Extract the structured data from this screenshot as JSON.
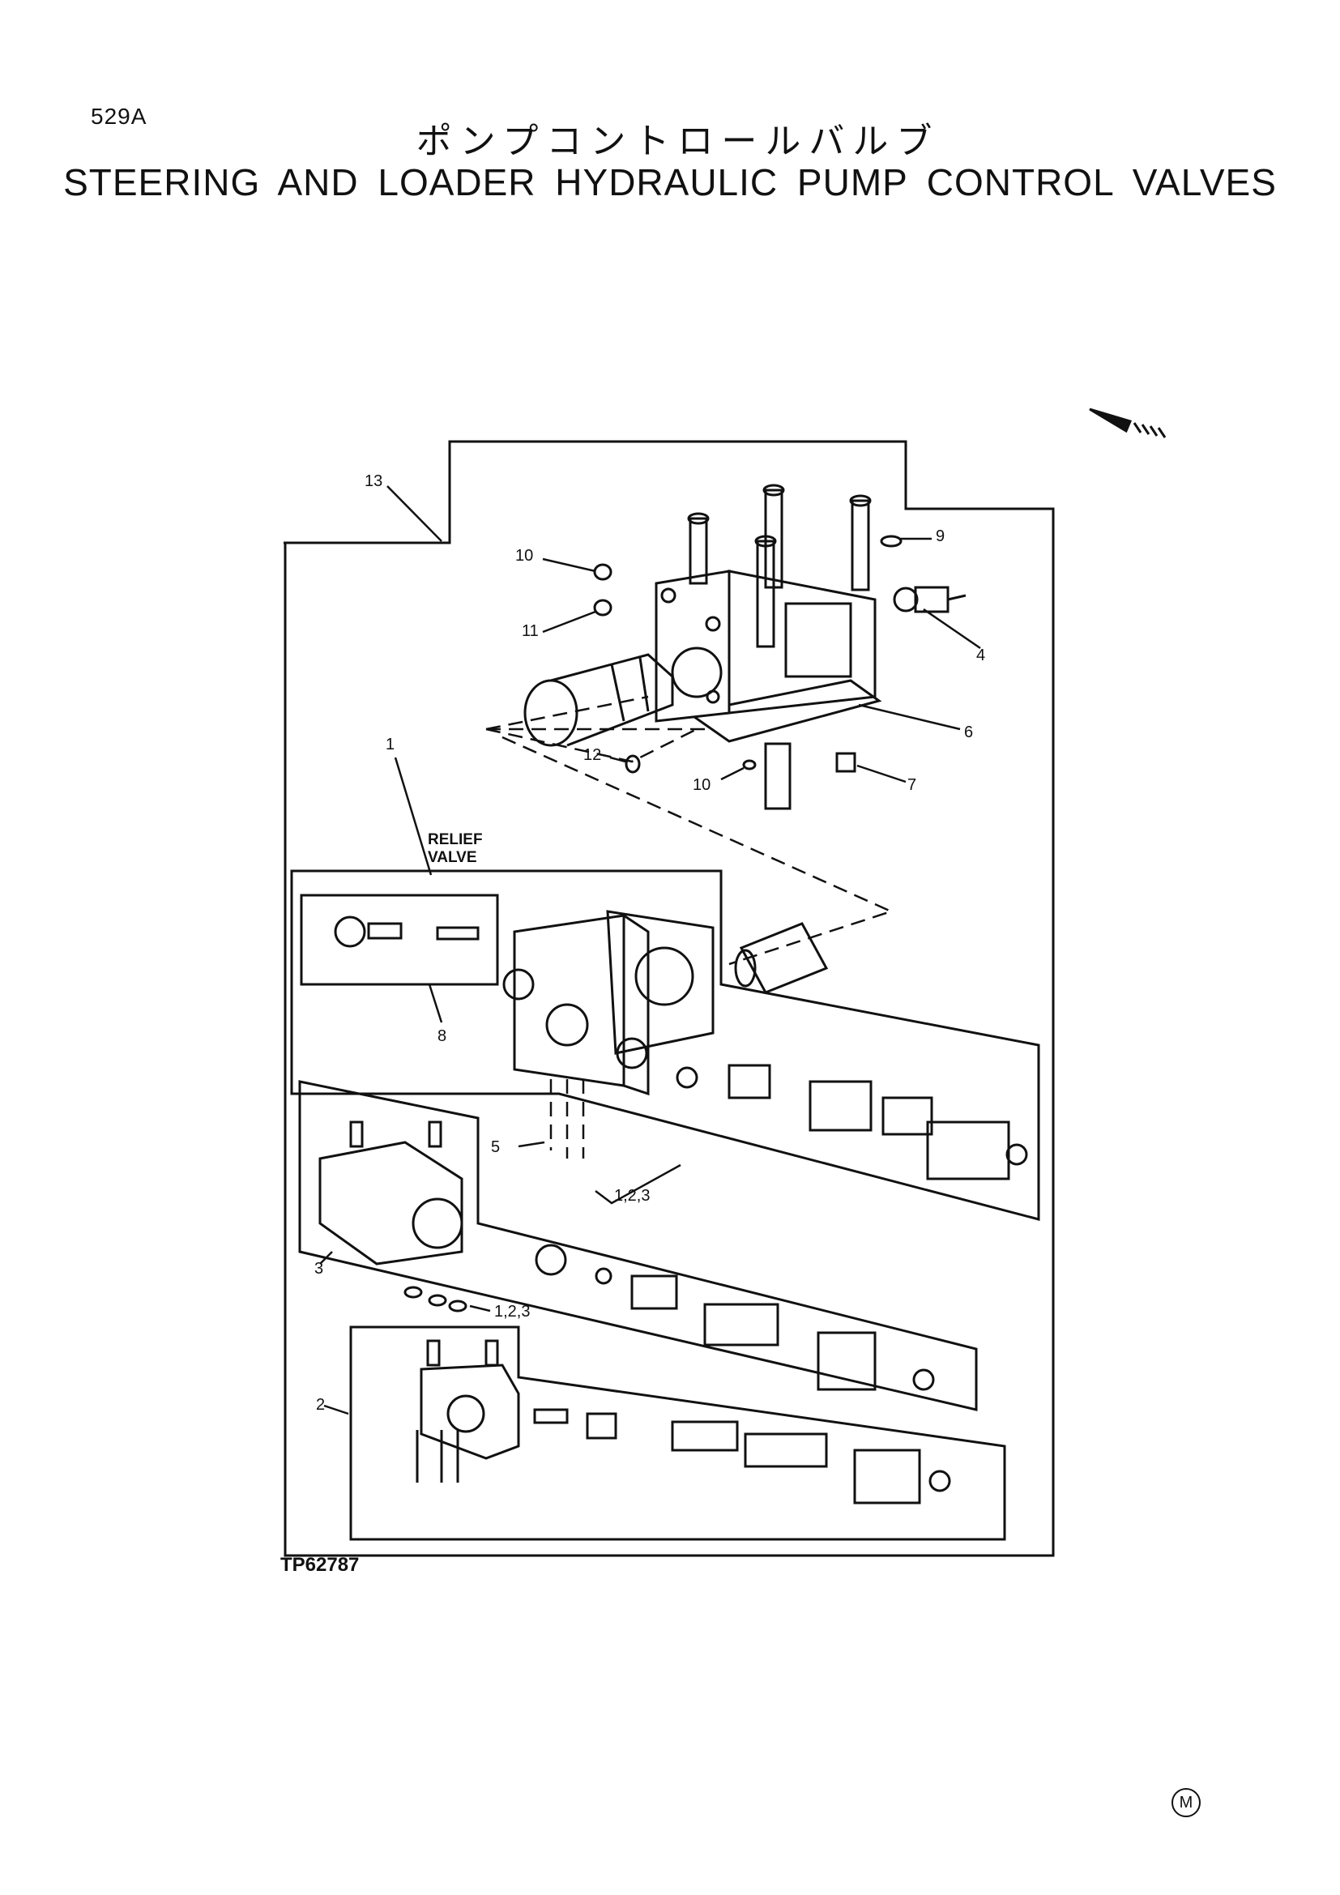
{
  "page_code": "529A",
  "title_jp": "ポンプコントロールバルブ",
  "title_en": "STEERING AND LOADER HYDRAULIC PUMP CONTROL VALVES",
  "figure_id": "TP62787",
  "corner_mark": "M",
  "callouts": {
    "c1": "1",
    "c2": "2",
    "c3": "3",
    "c4": "4",
    "c5": "5",
    "c6": "6",
    "c7": "7",
    "c8": "8",
    "c9": "9",
    "c10a": "10",
    "c10b": "10",
    "c11": "11",
    "c12": "12",
    "c13": "13",
    "ref_a": "1,2,3",
    "ref_b": "1,2,3"
  },
  "relief_label_1": "RELIEF",
  "relief_label_2": "VALVE"
}
